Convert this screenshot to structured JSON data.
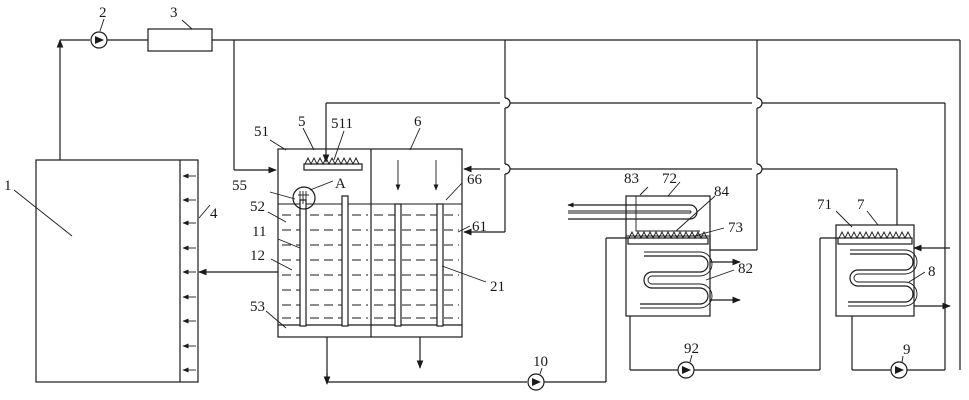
{
  "labels": {
    "l1": "1",
    "l2": "2",
    "l3": "3",
    "l4": "4",
    "l5": "5",
    "l6": "6",
    "l7": "7",
    "l8": "8",
    "l9": "9",
    "l10": "10",
    "l11": "11",
    "l12": "12",
    "l21": "21",
    "l51": "51",
    "l52": "52",
    "l53": "53",
    "l55": "55",
    "l61": "61",
    "l66": "66",
    "l71": "71",
    "l72": "72",
    "l73": "73",
    "l82": "82",
    "l83": "83",
    "l84": "84",
    "l92": "92",
    "l511": "511",
    "lA": "A"
  }
}
